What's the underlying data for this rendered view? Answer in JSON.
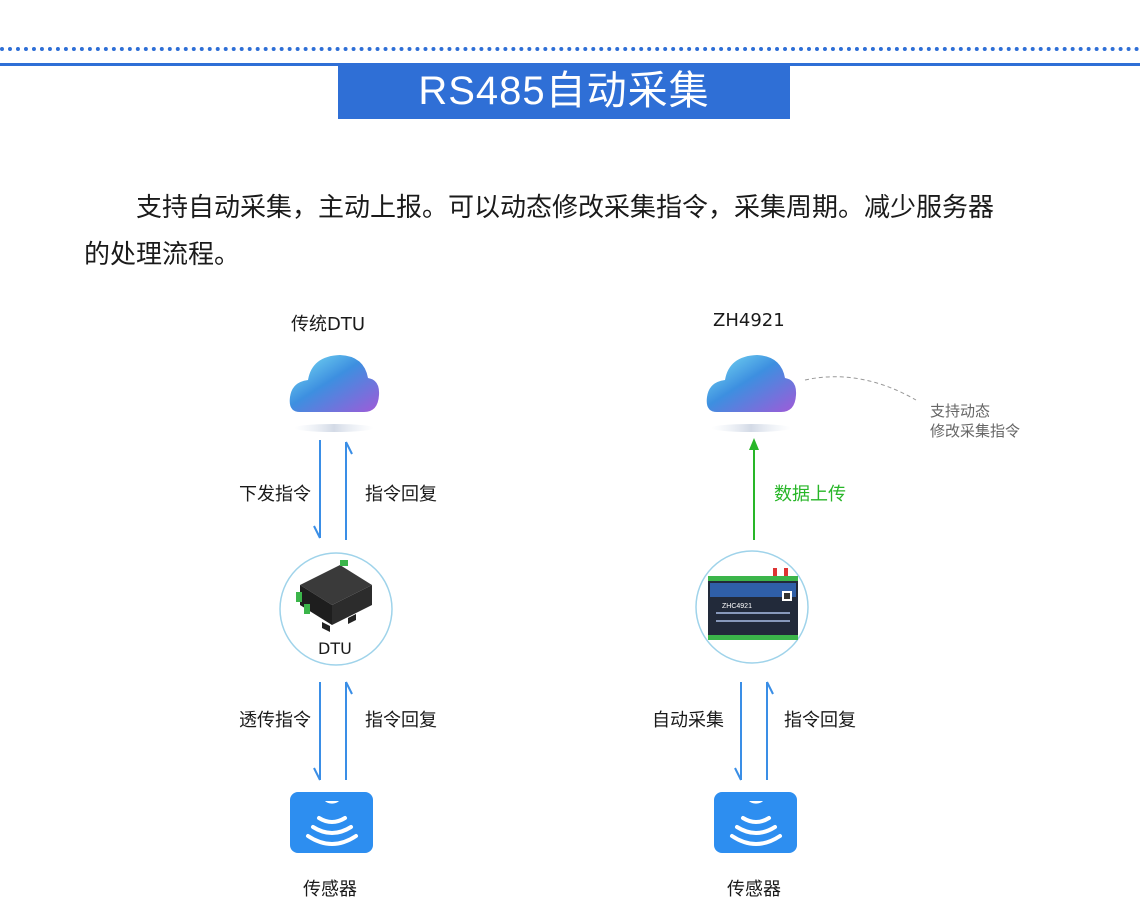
{
  "title": "RS485自动采集",
  "description": {
    "line1": "支持自动采集，主动上报。可以动态修改采集指令，采集周期。减少服务器",
    "line2": "的处理流程。"
  },
  "left_flow": {
    "heading": "传统DTU",
    "down_label_top": "下发指令",
    "up_label_top": "指令回复",
    "device_label": "DTU",
    "down_label_bottom": "透传指令",
    "up_label_bottom": "指令回复",
    "sensor_label": "传感器"
  },
  "right_flow": {
    "heading": "ZH4921",
    "note_line1": "支持动态",
    "note_line2": "修改采集指令",
    "up_label_top": "数据上传",
    "device_name": "ZHC4921",
    "down_label_bottom": "自动采集",
    "up_label_bottom": "指令回复",
    "sensor_label": "传感器"
  },
  "colors": {
    "accent": "#2f6fd6",
    "arrow": "#3a8ee6",
    "upload_arrow": "#28b628",
    "sensor_tile": "#2d8ef0"
  }
}
